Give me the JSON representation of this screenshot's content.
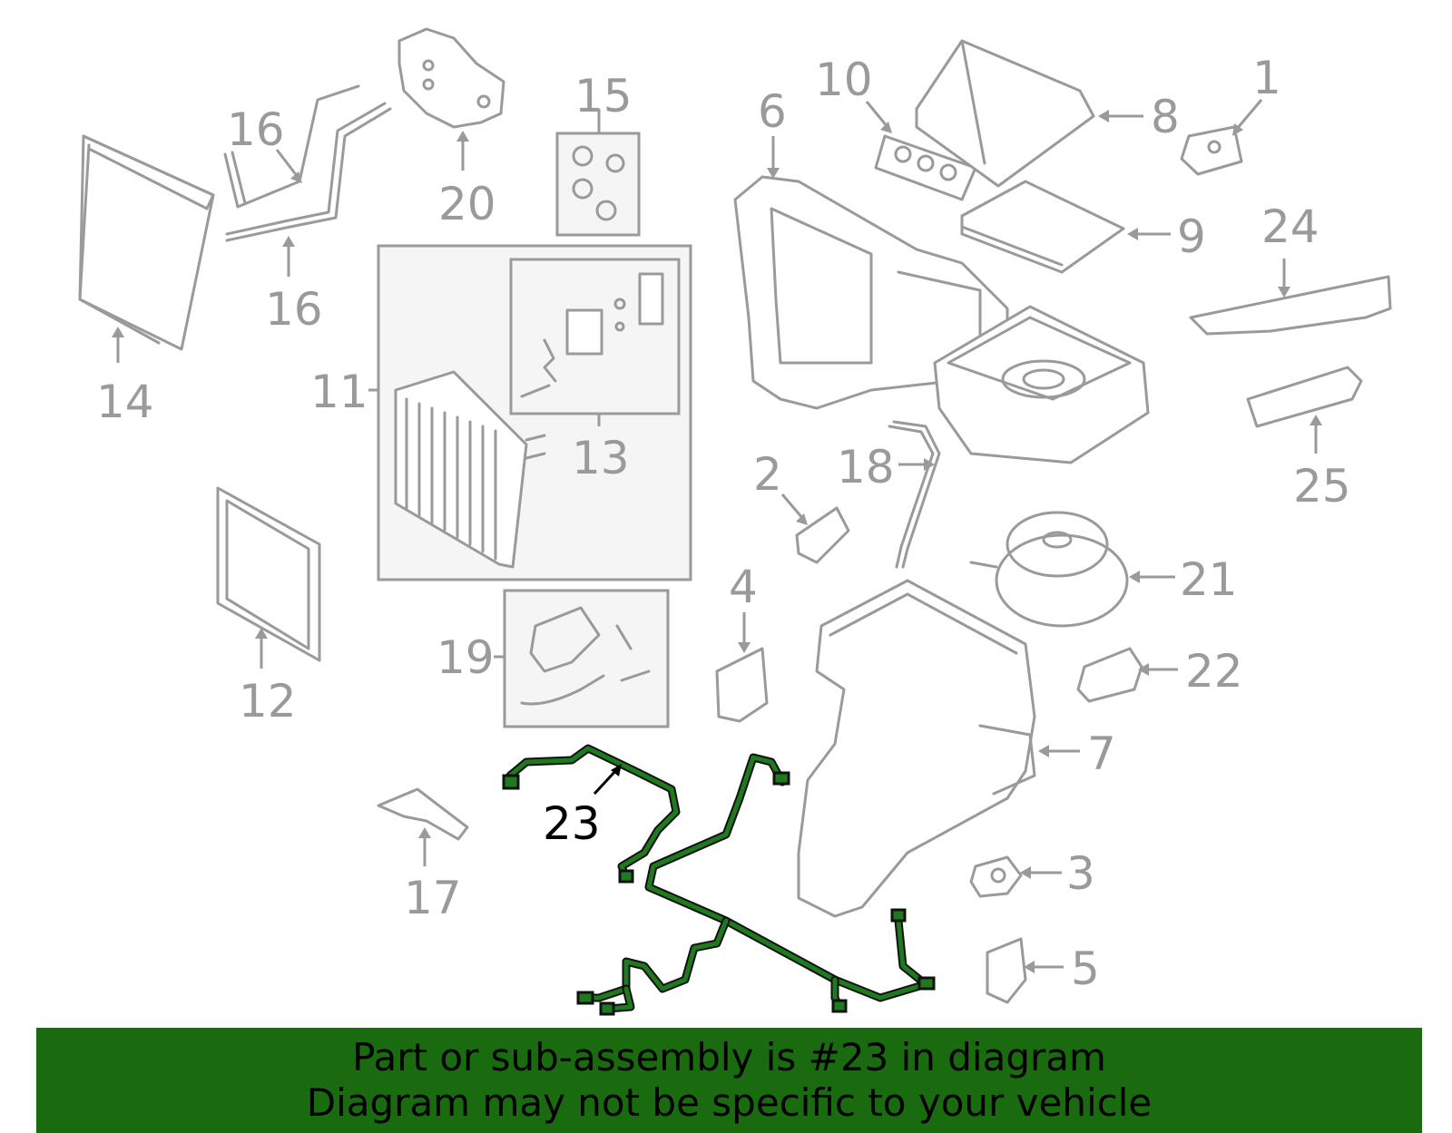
{
  "diagram": {
    "highlighted_part": "23",
    "colors": {
      "part_outline": "#9a9a9a",
      "highlight": "#1f7a1f",
      "banner": "#1a6b10",
      "callout_highlight": "#000000"
    },
    "callouts": [
      {
        "id": "1",
        "label": "1"
      },
      {
        "id": "2",
        "label": "2"
      },
      {
        "id": "3",
        "label": "3"
      },
      {
        "id": "4",
        "label": "4"
      },
      {
        "id": "5",
        "label": "5"
      },
      {
        "id": "6",
        "label": "6"
      },
      {
        "id": "7",
        "label": "7"
      },
      {
        "id": "8",
        "label": "8"
      },
      {
        "id": "9",
        "label": "9"
      },
      {
        "id": "10",
        "label": "10"
      },
      {
        "id": "11",
        "label": "11"
      },
      {
        "id": "12",
        "label": "12"
      },
      {
        "id": "13",
        "label": "13"
      },
      {
        "id": "14",
        "label": "14"
      },
      {
        "id": "15",
        "label": "15"
      },
      {
        "id": "16a",
        "label": "16"
      },
      {
        "id": "16b",
        "label": "16"
      },
      {
        "id": "17",
        "label": "17"
      },
      {
        "id": "18",
        "label": "18"
      },
      {
        "id": "19",
        "label": "19"
      },
      {
        "id": "20",
        "label": "20"
      },
      {
        "id": "21",
        "label": "21"
      },
      {
        "id": "22",
        "label": "22"
      },
      {
        "id": "23",
        "label": "23"
      },
      {
        "id": "24",
        "label": "24"
      },
      {
        "id": "25",
        "label": "25"
      }
    ]
  },
  "banner": {
    "line1": "Part or sub-assembly is #23 in diagram",
    "line2": "Diagram may not be specific to your vehicle"
  }
}
